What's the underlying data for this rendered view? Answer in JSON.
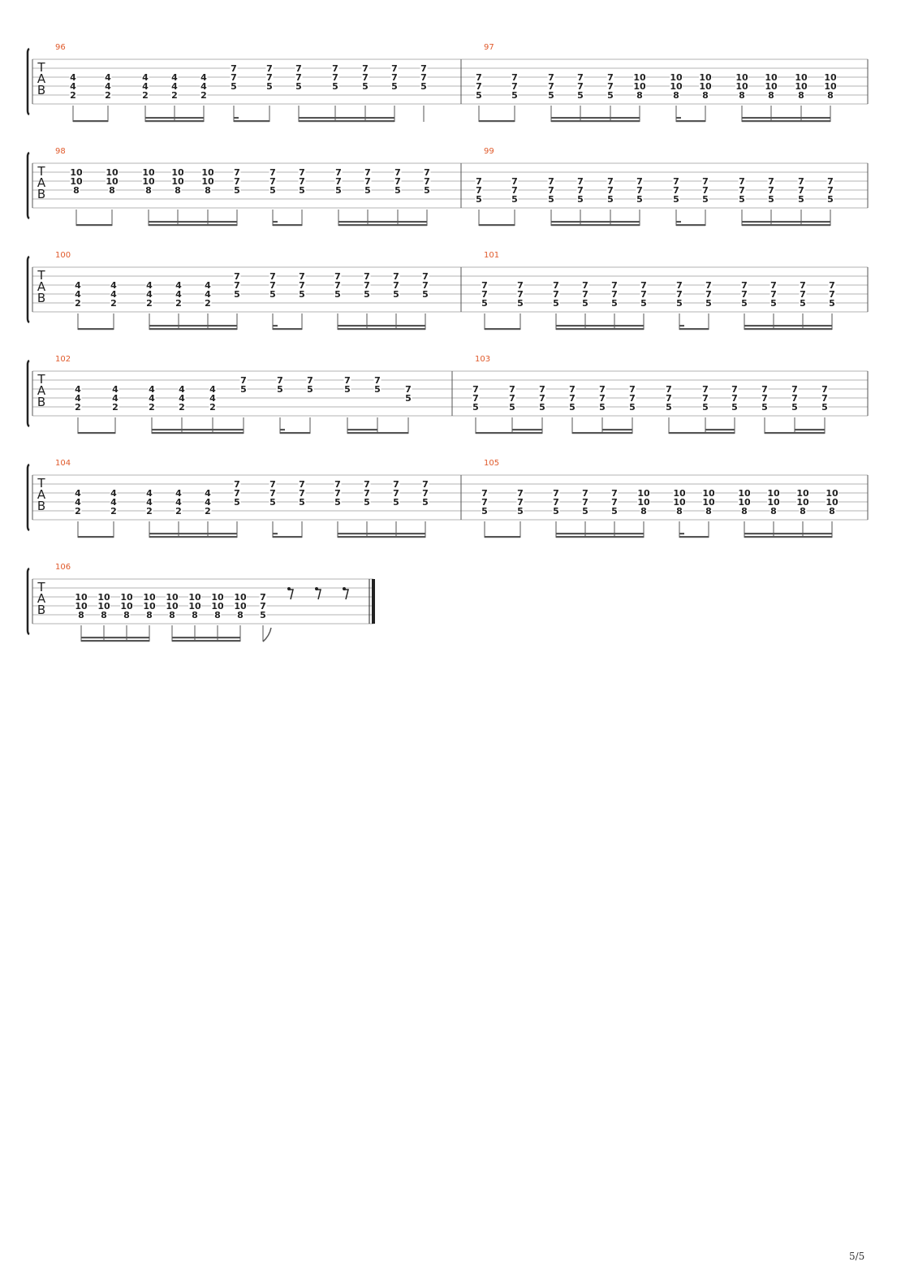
{
  "page": {
    "number_label": "5/5"
  },
  "colors": {
    "measure_number": "#e05a2b",
    "staff_line": "#9a9a9a",
    "notation": "#222222"
  },
  "tab_label": [
    "T",
    "A",
    "B"
  ],
  "systems": [
    {
      "measures": [
        {
          "number": "96",
          "beams": [
            [
              0,
              1,
              1
            ],
            [
              2,
              4,
              2
            ],
            [
              5,
              6,
              2,
              "dot"
            ],
            [
              7,
              10,
              2
            ]
          ],
          "chords": [
            [
              "",
              "4",
              "4",
              "2"
            ],
            [
              "",
              "4",
              "4",
              "2"
            ],
            [
              "",
              "4",
              "4",
              "2"
            ],
            [
              "",
              "4",
              "4",
              "2"
            ],
            [
              "",
              "4",
              "4",
              "2"
            ],
            [
              "7",
              "7",
              "5",
              ""
            ],
            [
              "7",
              "7",
              "5",
              ""
            ],
            [
              "7",
              "7",
              "5",
              ""
            ],
            [
              "7",
              "7",
              "5",
              ""
            ],
            [
              "7",
              "7",
              "5",
              ""
            ],
            [
              "7",
              "7",
              "5",
              ""
            ],
            [
              "7",
              "7",
              "5",
              ""
            ]
          ]
        },
        {
          "number": "97",
          "beams": [
            [
              0,
              1,
              1
            ],
            [
              2,
              5,
              2
            ],
            [
              6,
              7,
              2,
              "dot"
            ],
            [
              8,
              11,
              2
            ]
          ],
          "chords": [
            [
              "",
              "7",
              "7",
              "5"
            ],
            [
              "",
              "7",
              "7",
              "5"
            ],
            [
              "",
              "7",
              "7",
              "5"
            ],
            [
              "",
              "7",
              "7",
              "5"
            ],
            [
              "",
              "7",
              "7",
              "5"
            ],
            [
              "",
              "10",
              "10",
              "8"
            ],
            [
              "",
              "10",
              "10",
              "8"
            ],
            [
              "",
              "10",
              "10",
              "8"
            ],
            [
              "",
              "10",
              "10",
              "8"
            ],
            [
              "",
              "10",
              "10",
              "8"
            ],
            [
              "",
              "10",
              "10",
              "8"
            ],
            [
              "",
              "10",
              "10",
              "8"
            ]
          ]
        }
      ]
    },
    {
      "measures": [
        {
          "number": "98",
          "beams": [
            [
              0,
              1,
              1
            ],
            [
              2,
              5,
              2
            ],
            [
              6,
              7,
              2,
              "dot"
            ],
            [
              8,
              11,
              2
            ]
          ],
          "chords": [
            [
              "10",
              "10",
              "8",
              ""
            ],
            [
              "10",
              "10",
              "8",
              ""
            ],
            [
              "10",
              "10",
              "8",
              ""
            ],
            [
              "10",
              "10",
              "8",
              ""
            ],
            [
              "10",
              "10",
              "8",
              ""
            ],
            [
              "7",
              "7",
              "5",
              ""
            ],
            [
              "7",
              "7",
              "5",
              ""
            ],
            [
              "7",
              "7",
              "5",
              ""
            ],
            [
              "7",
              "7",
              "5",
              ""
            ],
            [
              "7",
              "7",
              "5",
              ""
            ],
            [
              "7",
              "7",
              "5",
              ""
            ],
            [
              "7",
              "7",
              "5",
              ""
            ]
          ]
        },
        {
          "number": "99",
          "beams": [
            [
              0,
              1,
              1
            ],
            [
              2,
              5,
              2
            ],
            [
              6,
              7,
              2,
              "dot"
            ],
            [
              8,
              11,
              2
            ]
          ],
          "chords": [
            [
              "",
              "7",
              "7",
              "5"
            ],
            [
              "",
              "7",
              "7",
              "5"
            ],
            [
              "",
              "7",
              "7",
              "5"
            ],
            [
              "",
              "7",
              "7",
              "5"
            ],
            [
              "",
              "7",
              "7",
              "5"
            ],
            [
              "",
              "7",
              "7",
              "5"
            ],
            [
              "",
              "7",
              "7",
              "5"
            ],
            [
              "",
              "7",
              "7",
              "5"
            ],
            [
              "",
              "7",
              "7",
              "5"
            ],
            [
              "",
              "7",
              "7",
              "5"
            ],
            [
              "",
              "7",
              "7",
              "5"
            ],
            [
              "",
              "7",
              "7",
              "5"
            ]
          ]
        }
      ]
    },
    {
      "measures": [
        {
          "number": "100",
          "beams": [
            [
              0,
              1,
              1
            ],
            [
              2,
              5,
              2
            ],
            [
              6,
              7,
              2,
              "dot"
            ],
            [
              8,
              11,
              2
            ]
          ],
          "chords": [
            [
              "",
              "4",
              "4",
              "2"
            ],
            [
              "",
              "4",
              "4",
              "2"
            ],
            [
              "",
              "4",
              "4",
              "2"
            ],
            [
              "",
              "4",
              "4",
              "2"
            ],
            [
              "",
              "4",
              "4",
              "2"
            ],
            [
              "7",
              "7",
              "5",
              ""
            ],
            [
              "7",
              "7",
              "5",
              ""
            ],
            [
              "7",
              "7",
              "5",
              ""
            ],
            [
              "7",
              "7",
              "5",
              ""
            ],
            [
              "7",
              "7",
              "5",
              ""
            ],
            [
              "7",
              "7",
              "5",
              ""
            ],
            [
              "7",
              "7",
              "5",
              ""
            ]
          ]
        },
        {
          "number": "101",
          "beams": [
            [
              0,
              1,
              1
            ],
            [
              2,
              5,
              2
            ],
            [
              6,
              7,
              2,
              "dot"
            ],
            [
              8,
              11,
              2
            ]
          ],
          "chords": [
            [
              "",
              "7",
              "7",
              "5"
            ],
            [
              "",
              "7",
              "7",
              "5"
            ],
            [
              "",
              "7",
              "7",
              "5"
            ],
            [
              "",
              "7",
              "7",
              "5"
            ],
            [
              "",
              "7",
              "7",
              "5"
            ],
            [
              "",
              "7",
              "7",
              "5"
            ],
            [
              "",
              "7",
              "7",
              "5"
            ],
            [
              "",
              "7",
              "7",
              "5"
            ],
            [
              "",
              "7",
              "7",
              "5"
            ],
            [
              "",
              "7",
              "7",
              "5"
            ],
            [
              "",
              "7",
              "7",
              "5"
            ],
            [
              "",
              "7",
              "7",
              "5"
            ]
          ]
        }
      ]
    },
    {
      "measures": [
        {
          "number": "102",
          "beams": [
            [
              0,
              1,
              1
            ],
            [
              2,
              5,
              2
            ],
            [
              6,
              7,
              2,
              "dot"
            ],
            [
              8,
              9,
              2
            ],
            [
              9,
              10,
              1
            ]
          ],
          "chords": [
            [
              "",
              "4",
              "4",
              "2"
            ],
            [
              "",
              "4",
              "4",
              "2"
            ],
            [
              "",
              "4",
              "4",
              "2"
            ],
            [
              "",
              "4",
              "4",
              "2"
            ],
            [
              "",
              "4",
              "4",
              "2"
            ],
            [
              "7",
              "5",
              "",
              ""
            ],
            [
              "7",
              "5",
              "",
              ""
            ],
            [
              "7",
              "5",
              "",
              ""
            ],
            [
              "7",
              "5",
              "",
              ""
            ],
            [
              "7",
              "5",
              "",
              ""
            ],
            [
              "",
              "7",
              "5",
              ""
            ]
          ]
        },
        {
          "number": "103",
          "beams": [
            [
              0,
              1,
              1
            ],
            [
              1,
              2,
              2
            ],
            [
              3,
              4,
              1
            ],
            [
              4,
              5,
              2
            ],
            [
              6,
              7,
              1
            ],
            [
              7,
              8,
              2
            ],
            [
              9,
              10,
              1
            ],
            [
              10,
              11,
              2
            ]
          ],
          "chords": [
            [
              "",
              "7",
              "7",
              "5"
            ],
            [
              "",
              "7",
              "7",
              "5"
            ],
            [
              "",
              "7",
              "7",
              "5"
            ],
            [
              "",
              "7",
              "7",
              "5"
            ],
            [
              "",
              "7",
              "7",
              "5"
            ],
            [
              "",
              "7",
              "7",
              "5"
            ],
            [
              "",
              "7",
              "7",
              "5"
            ],
            [
              "",
              "7",
              "7",
              "5"
            ],
            [
              "",
              "7",
              "7",
              "5"
            ],
            [
              "",
              "7",
              "7",
              "5"
            ],
            [
              "",
              "7",
              "7",
              "5"
            ],
            [
              "",
              "7",
              "7",
              "5"
            ]
          ]
        }
      ]
    },
    {
      "measures": [
        {
          "number": "104",
          "beams": [
            [
              0,
              1,
              1
            ],
            [
              2,
              5,
              2
            ],
            [
              6,
              7,
              2,
              "dot"
            ],
            [
              8,
              11,
              2
            ]
          ],
          "chords": [
            [
              "",
              "4",
              "4",
              "2"
            ],
            [
              "",
              "4",
              "4",
              "2"
            ],
            [
              "",
              "4",
              "4",
              "2"
            ],
            [
              "",
              "4",
              "4",
              "2"
            ],
            [
              "",
              "4",
              "4",
              "2"
            ],
            [
              "7",
              "7",
              "5",
              ""
            ],
            [
              "7",
              "7",
              "5",
              ""
            ],
            [
              "7",
              "7",
              "5",
              ""
            ],
            [
              "7",
              "7",
              "5",
              ""
            ],
            [
              "7",
              "7",
              "5",
              ""
            ],
            [
              "7",
              "7",
              "5",
              ""
            ],
            [
              "7",
              "7",
              "5",
              ""
            ]
          ]
        },
        {
          "number": "105",
          "beams": [
            [
              0,
              1,
              1
            ],
            [
              2,
              5,
              2
            ],
            [
              6,
              7,
              2,
              "dot"
            ],
            [
              8,
              11,
              2
            ]
          ],
          "chords": [
            [
              "",
              "7",
              "7",
              "5"
            ],
            [
              "",
              "7",
              "7",
              "5"
            ],
            [
              "",
              "7",
              "7",
              "5"
            ],
            [
              "",
              "7",
              "7",
              "5"
            ],
            [
              "",
              "7",
              "7",
              "5"
            ],
            [
              "",
              "10",
              "10",
              "8"
            ],
            [
              "",
              "10",
              "10",
              "8"
            ],
            [
              "",
              "10",
              "10",
              "8"
            ],
            [
              "",
              "10",
              "10",
              "8"
            ],
            [
              "",
              "10",
              "10",
              "8"
            ],
            [
              "",
              "10",
              "10",
              "8"
            ],
            [
              "",
              "10",
              "10",
              "8"
            ]
          ]
        }
      ]
    },
    {
      "measures": [
        {
          "number": "106",
          "beams": [
            [
              0,
              3,
              2
            ],
            [
              4,
              7,
              2
            ]
          ],
          "flag": 8,
          "rests": 3,
          "final": true,
          "chords": [
            [
              "",
              "10",
              "10",
              "8"
            ],
            [
              "",
              "10",
              "10",
              "8"
            ],
            [
              "",
              "10",
              "10",
              "8"
            ],
            [
              "",
              "10",
              "10",
              "8"
            ],
            [
              "",
              "10",
              "10",
              "8"
            ],
            [
              "",
              "10",
              "10",
              "8"
            ],
            [
              "",
              "10",
              "10",
              "8"
            ],
            [
              "",
              "10",
              "10",
              "8"
            ],
            [
              "",
              "7",
              "7",
              "5"
            ]
          ]
        }
      ]
    }
  ]
}
